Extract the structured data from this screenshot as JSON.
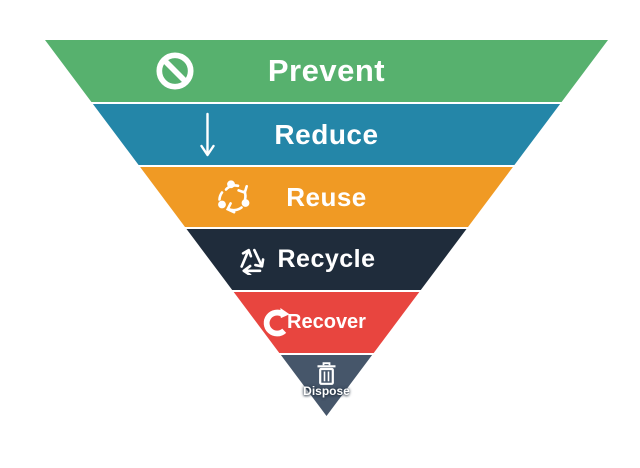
{
  "diagram": {
    "name": "Inverted pyramid waste hierarchy",
    "background_color": "#FFFFFF",
    "levels": [
      {
        "label": "Prevent",
        "color": "#57B16E",
        "text_color": "#FFFFFF",
        "icon": "prohibition-icon"
      },
      {
        "label": "Reduce",
        "color": "#2486A8",
        "text_color": "#FFFFFF",
        "icon": "down-arrow-icon"
      },
      {
        "label": "Reuse",
        "color": "#F09A24",
        "text_color": "#FFFFFF",
        "icon": "reuse-cycle-icon"
      },
      {
        "label": "Recycle",
        "color": "#1F2C3B",
        "text_color": "#FFFFFF",
        "icon": "recycle-arrows-icon"
      },
      {
        "label": "Recover",
        "color": "#E8453F",
        "text_color": "#FFFFFF",
        "icon": "recover-rotate-icon"
      },
      {
        "label": "Dispose",
        "color": "#46566A",
        "text_color": "#FFFFFF",
        "icon": "trash-icon"
      }
    ]
  }
}
